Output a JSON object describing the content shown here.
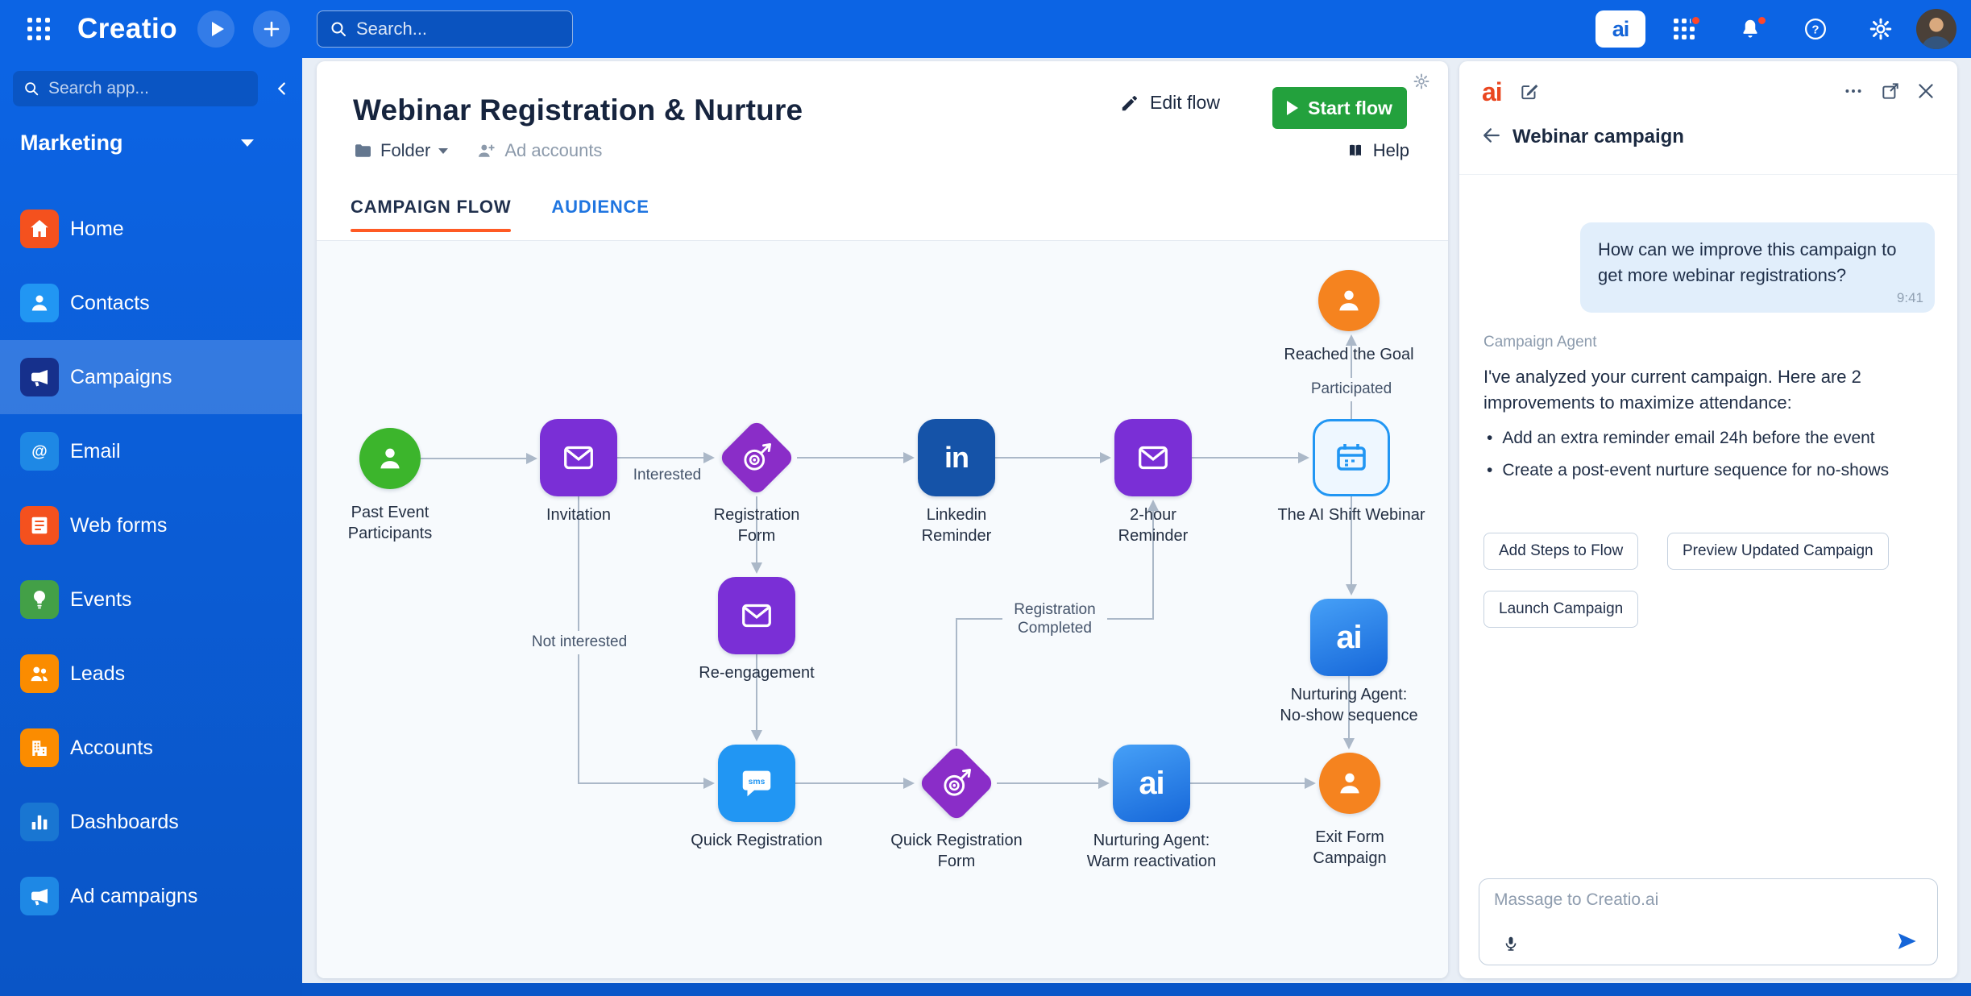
{
  "topbar": {
    "logo": "Creatio",
    "search_placeholder": "Search...",
    "ai_button": "ai"
  },
  "sidebar": {
    "search_placeholder": "Search app...",
    "workspace": "Marketing",
    "items": [
      {
        "label": "Home",
        "color": "#f4511e"
      },
      {
        "label": "Contacts",
        "color": "#2196f3"
      },
      {
        "label": "Campaigns",
        "color": "#16308c",
        "selected": true
      },
      {
        "label": "Email",
        "color": "#1e88e5"
      },
      {
        "label": "Web forms",
        "color": "#f4511e"
      },
      {
        "label": "Events",
        "color": "#43a047"
      },
      {
        "label": "Leads",
        "color": "#fb8c00"
      },
      {
        "label": "Accounts",
        "color": "#fb8c00"
      },
      {
        "label": "Dashboards",
        "color": "#1976d2"
      },
      {
        "label": "Ad campaigns",
        "color": "#1e88e5"
      }
    ]
  },
  "main": {
    "title": "Webinar Registration & Nurture",
    "folder_label": "Folder",
    "ad_accounts_label": "Ad accounts",
    "edit_flow": "Edit flow",
    "start_flow": "Start flow",
    "help": "Help",
    "tabs": [
      {
        "label": "CAMPAIGN FLOW",
        "active": true
      },
      {
        "label": "AUDIENCE",
        "active": false
      }
    ],
    "accent_orange": "#ff5a24",
    "start_flow_green": "#23a13d"
  },
  "flow": {
    "nodes": [
      {
        "label": "Past Event Participants",
        "shape": "circle",
        "color": "#3cb52c"
      },
      {
        "label": "Invitation",
        "shape": "square",
        "color": "#7a2fd6"
      },
      {
        "label": "Registration Form",
        "shape": "diamond",
        "color": "#8a2dc8"
      },
      {
        "label": "Linkedin Reminder",
        "shape": "square",
        "color": "#1553a8"
      },
      {
        "label": "2-hour Reminder",
        "shape": "square",
        "color": "#7a2fd6"
      },
      {
        "label": "The AI Shift Webinar",
        "shape": "outline",
        "color": "#2196f3"
      },
      {
        "label": "Reached the Goal",
        "shape": "circle",
        "color": "#f5831f"
      },
      {
        "label": "Re-engagement",
        "shape": "square",
        "color": "#7a2fd6"
      },
      {
        "label": "Quick Registration",
        "shape": "square",
        "color": "#2196f3"
      },
      {
        "label": "Quick Registration Form",
        "shape": "diamond",
        "color": "#8a2dc8"
      },
      {
        "label": "Nurturing Agent: Warm reactivation",
        "shape": "square-ai",
        "color": "#2b7ee9"
      },
      {
        "label": "Exit Form Campaign",
        "shape": "circle",
        "color": "#f5831f"
      },
      {
        "label": "Nurturing Agent: No-show sequence",
        "shape": "square-ai",
        "color": "#2b7ee9"
      }
    ],
    "edge_labels": {
      "interested": "Interested",
      "not_interested": "Not interested",
      "registration_completed": "Registration Completed",
      "participated": "Participated"
    },
    "icon_texts": {
      "linkedin": "in",
      "ai": "ai",
      "sms": "sms"
    }
  },
  "chat": {
    "logo": "ai",
    "title": "Webinar campaign",
    "user_message": "How can we improve this campaign to get more webinar registrations?",
    "user_time": "9:41",
    "agent_name": "Campaign Agent",
    "agent_intro": "I've analyzed your current campaign. Here are 2 improvements to maximize attendance:",
    "bullets": [
      "Add an extra reminder email 24h before the event",
      "Create a post-event nurture sequence for no-shows"
    ],
    "actions": [
      "Add Steps to Flow",
      "Preview Updated Campaign",
      "Launch Campaign"
    ],
    "input_placeholder": "Massage to Creatio.ai"
  }
}
